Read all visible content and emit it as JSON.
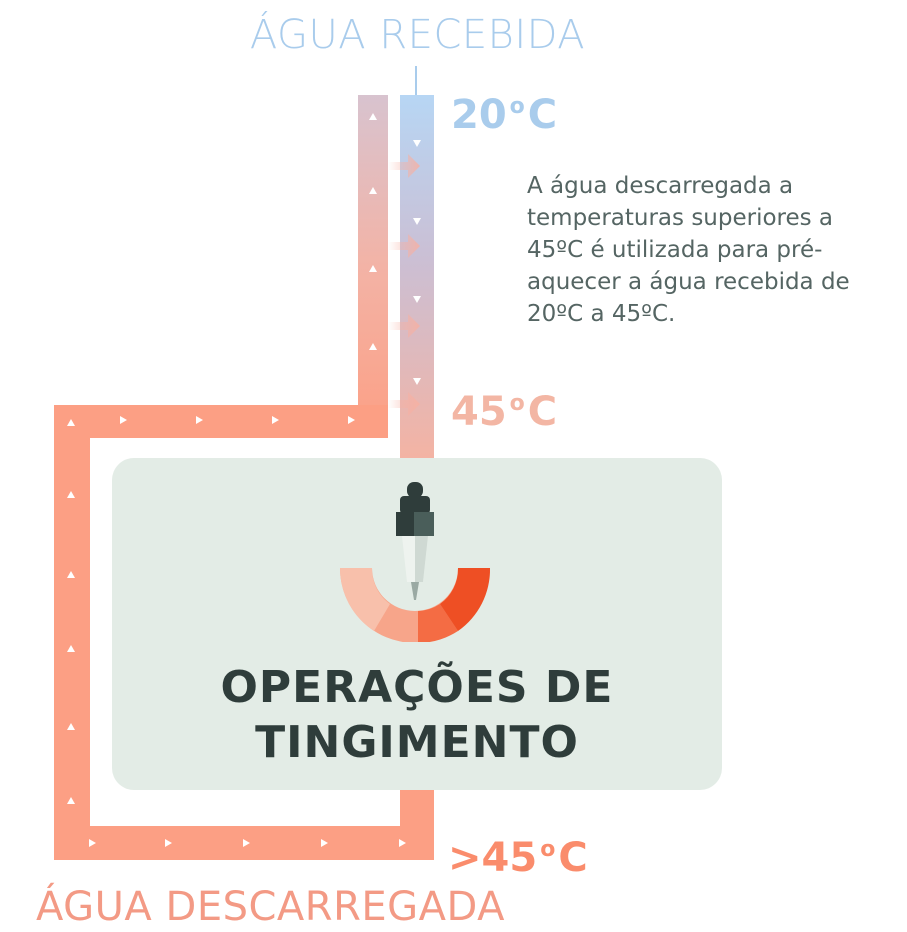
{
  "labels": {
    "incoming_water": "ÁGUA RECEBIDA",
    "discharged_water": "ÁGUA DESCARREGADA"
  },
  "temperatures": {
    "inlet": {
      "value": "20",
      "unit": "C"
    },
    "preheated": {
      "value": "45",
      "unit": "C"
    },
    "discharge": {
      "value": ">45",
      "unit": "C"
    }
  },
  "note": "A água descarregada a temperaturas superiores a 45ºC é utilizada para pré-aquecer a água recebida de 20ºC a 45ºC.",
  "process": {
    "title_line1": "OPERAÇÕES DE",
    "title_line2": "TINGIMENTO"
  },
  "colors": {
    "cold_blue": "#a9ccec",
    "hot_salmon": "#fa9c80",
    "panel_bg": "#e3ece6",
    "title_dark": "#2f3d3b",
    "note_text": "#556563"
  },
  "icons": [
    "dropper-icon",
    "color-arc-icon",
    "flow-arrow-icon"
  ]
}
